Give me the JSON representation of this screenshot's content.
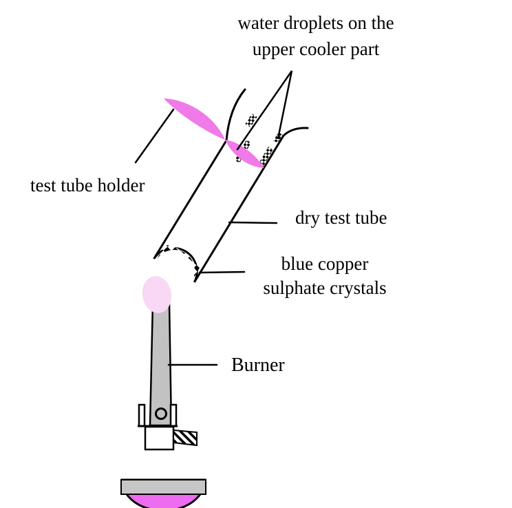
{
  "figure": {
    "labels": {
      "water_droplets_line1": "water droplets on the",
      "water_droplets_line2": "upper cooler part",
      "test_tube_holder": "test tube holder",
      "dry_test_tube": "dry test tube",
      "crystals_line1": "blue copper",
      "crystals_line2": "sulphate crystals",
      "burner": "Burner"
    },
    "colors": {
      "outline": "#000000",
      "tube_interior": "#ffffff",
      "holder_ribbon": "#f07ae8",
      "flame_glow": "#f8d8f4",
      "burner_dome": "#ed6cf0",
      "barrel_gray": "#c2c2c2",
      "base_gray": "#c6c6c6",
      "collar_white": "#ffffff",
      "air_hole_gray": "#c2c2c2"
    }
  }
}
